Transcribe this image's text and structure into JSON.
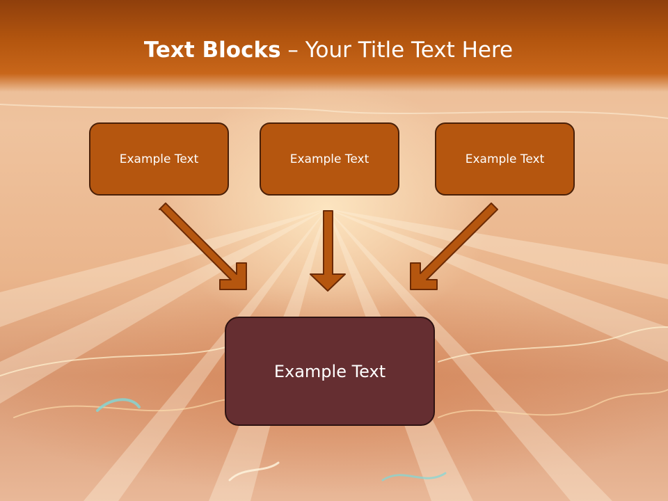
{
  "slide": {
    "title_bold": "Text Blocks",
    "title_rest": " – Your Title Text Here"
  },
  "blocks": {
    "top": [
      "Example Text",
      "Example Text",
      "Example Text"
    ],
    "bottom": "Example Text"
  },
  "colors": {
    "header": "#b4560f",
    "top_box_fill": "#b5560f",
    "top_box_border": "#4a2008",
    "bottom_box_fill": "#652e31",
    "arrow_fill": "#b5560f",
    "arrow_stroke": "#6b2a05"
  }
}
